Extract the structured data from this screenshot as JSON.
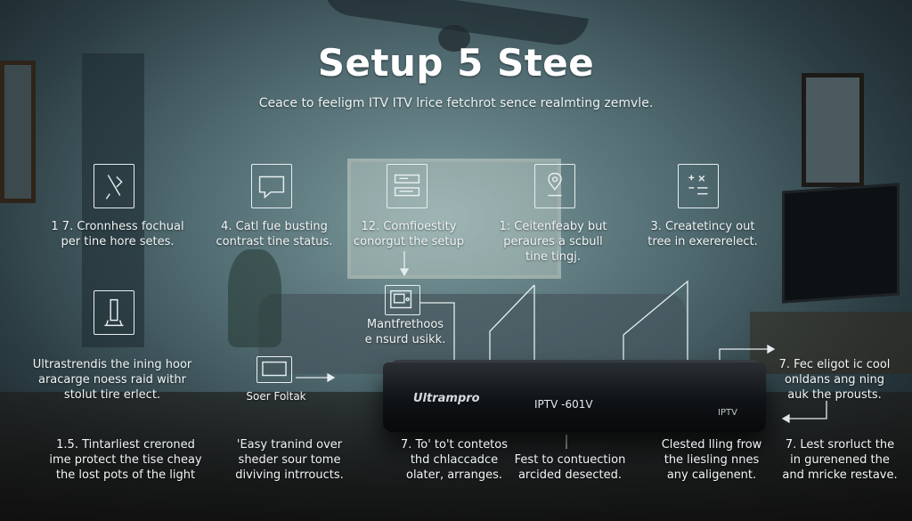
{
  "title": "Setup 5 Stee",
  "subtitle": "Ceace to feeligm ITV ITV lrice fetchrot sence realmting zemvle.",
  "device": {
    "brand": "Ultrampro",
    "model": "IPTV -601V",
    "badge": "IPTV"
  },
  "hub": {
    "lines": [
      "Mantfrethoos",
      "e nsurd usikk."
    ]
  },
  "monitor_label": "Soer Foltak",
  "icons": [
    {
      "name": "wrench-icon"
    },
    {
      "name": "chat-bubble-icon"
    },
    {
      "name": "router-stack-icon"
    },
    {
      "name": "location-pin-icon"
    },
    {
      "name": "settings-list-icon"
    },
    {
      "name": "remote-stand-icon"
    },
    {
      "name": "monitor-icon"
    },
    {
      "name": "hub-device-icon"
    }
  ],
  "captions": [
    {
      "lines": [
        "1 7. Cronnhess fochual",
        "per tine hore setes."
      ]
    },
    {
      "lines": [
        "4. Catl fue busting",
        "contrast tine status."
      ]
    },
    {
      "lines": [
        "12. Comfioestity",
        "conorgut the setup"
      ]
    },
    {
      "lines": [
        "1: Ceitenfeaby but",
        "peraures a scbull",
        "tine tingj."
      ]
    },
    {
      "lines": [
        "3. Createtincy out",
        "tree in exererelect."
      ]
    },
    {
      "lines": [
        "Ultrastrendis the ining hoor",
        "aracarge noess raid withr",
        "stolut tire erlect."
      ]
    },
    {
      "lines": [
        "7. Fec eligot ic cool",
        "onldans ang ning",
        "auk the prousts."
      ]
    },
    {
      "lines": [
        "1.5. Tintarliest creroned",
        "ime protect the tise cheay",
        "the lost pots of the light"
      ]
    },
    {
      "lines": [
        "'Easy tranind over",
        "sheder sour tome",
        "diviving intrroucts."
      ]
    },
    {
      "lines": [
        "7. To' to't contetos",
        "thd chlaccadce",
        "olater, arranges."
      ]
    },
    {
      "lines": [
        "Fest to contuection",
        "arcided desected."
      ]
    },
    {
      "lines": [
        "Clested lling frow",
        "the liesling nnes",
        "any caligenent."
      ]
    },
    {
      "lines": [
        "7. Lest srorluct the",
        "in gurenened the",
        "and mricke restave."
      ]
    }
  ]
}
